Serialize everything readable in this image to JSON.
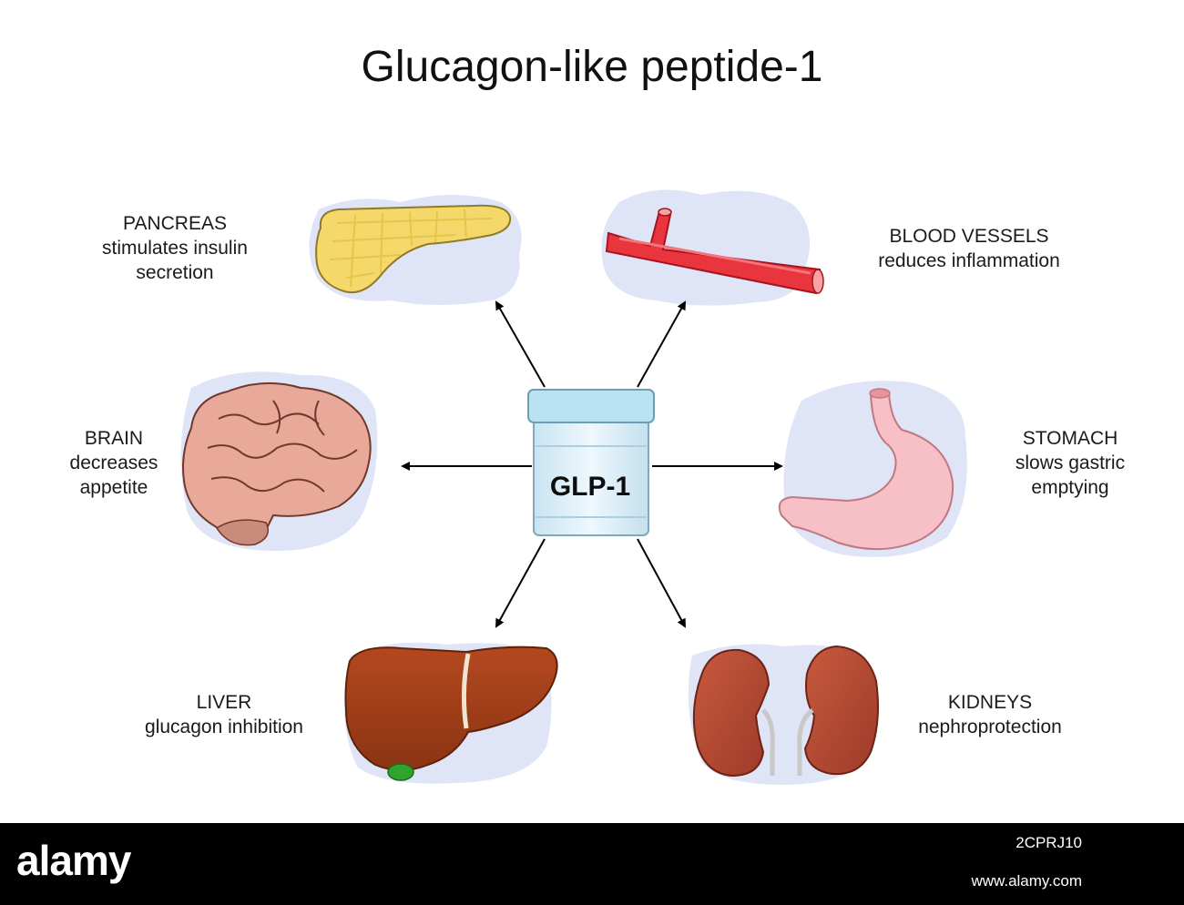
{
  "title": "Glucagon-like peptide-1",
  "center": {
    "label": "GLP-1"
  },
  "organs": {
    "pancreas": {
      "name": "PANCREAS",
      "effect": [
        "stimulates insulin",
        "secretion"
      ]
    },
    "blood_vessels": {
      "name": "BLOOD VESSELS",
      "effect": [
        "reduces inflammation"
      ]
    },
    "brain": {
      "name": "BRAIN",
      "effect": [
        "decreases",
        "appetite"
      ]
    },
    "stomach": {
      "name": "STOMACH",
      "effect": [
        "slows gastric",
        "emptying"
      ]
    },
    "liver": {
      "name": "LIVER",
      "effect": [
        "glucagon inhibition"
      ]
    },
    "kidneys": {
      "name": "KIDNEYS",
      "effect": [
        "nephroprotection"
      ]
    }
  },
  "footer": {
    "logo": "alamy",
    "stock_id": "2CPRJ10",
    "site": "www.alamy.com"
  },
  "colors": {
    "pancreas": "#f5d86a",
    "vessel": "#e8353e",
    "brain": "#e8a99a",
    "stomach": "#f6c0c6",
    "liver": "#a8411b",
    "kidney": "#b94a33",
    "cloud": "#dfe4f7",
    "container": "#d8eef8",
    "lid": "#b9e3f2"
  }
}
